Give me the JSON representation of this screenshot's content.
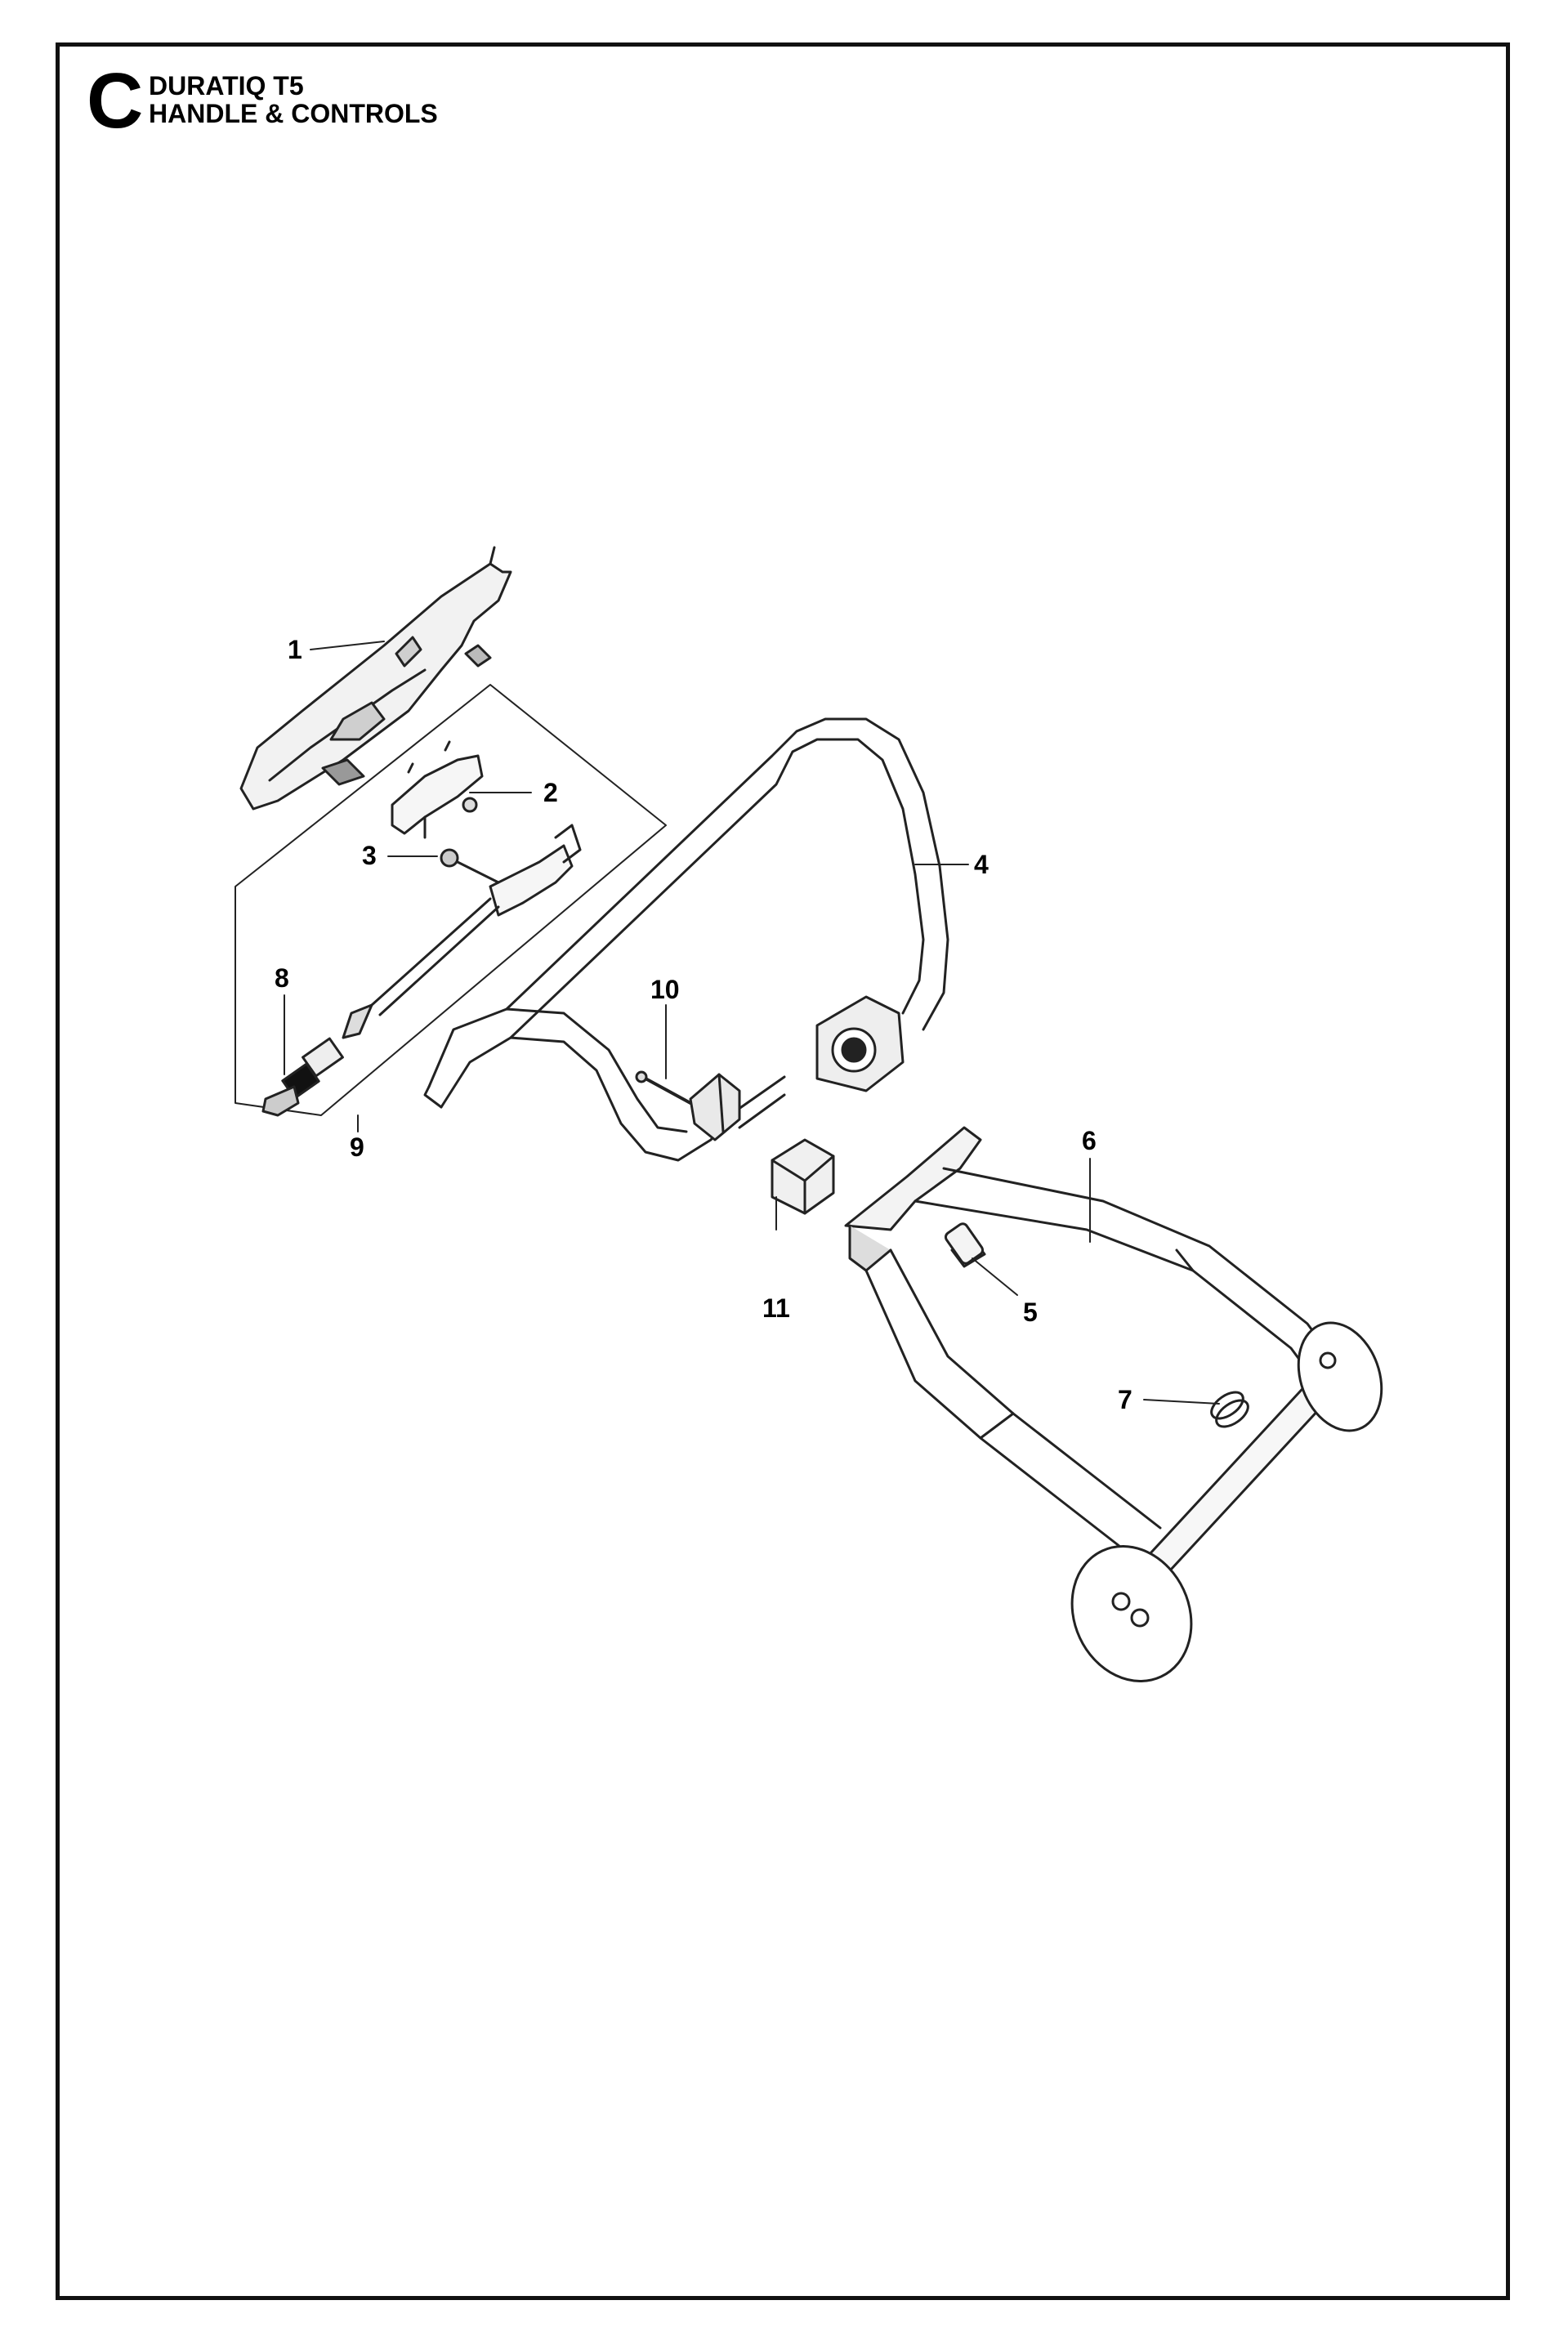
{
  "header": {
    "section_letter": "C",
    "model": "DURATIQ T5",
    "section_title": "HANDLE & CONTROLS"
  },
  "callouts": [
    {
      "id": "1",
      "label": "1"
    },
    {
      "id": "2",
      "label": "2"
    },
    {
      "id": "3",
      "label": "3"
    },
    {
      "id": "4",
      "label": "4"
    },
    {
      "id": "5",
      "label": "5"
    },
    {
      "id": "6",
      "label": "6"
    },
    {
      "id": "7",
      "label": "7"
    },
    {
      "id": "8",
      "label": "8"
    },
    {
      "id": "9",
      "label": "9"
    },
    {
      "id": "10",
      "label": "10"
    },
    {
      "id": "11",
      "label": "11"
    }
  ]
}
